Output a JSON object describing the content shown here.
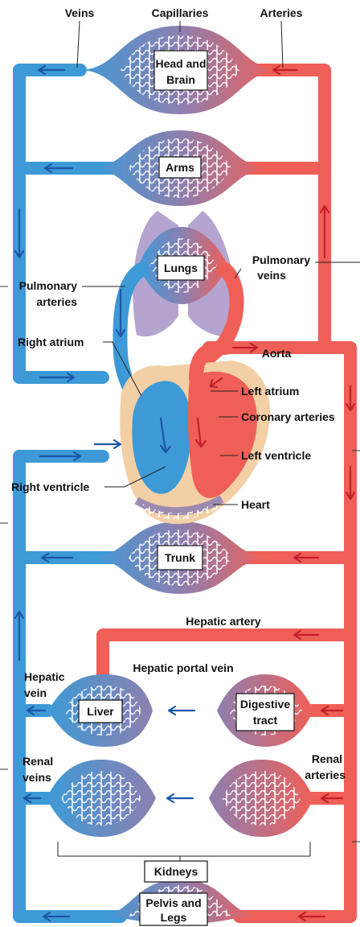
{
  "labels": {
    "veins": "Veins",
    "capillaries": "Capillaries",
    "arteries": "Arteries",
    "head_brain_1": "Head and",
    "head_brain_2": "Brain",
    "arms": "Arms",
    "lungs": "Lungs",
    "pulmonary_veins_1": "Pulmonary",
    "pulmonary_veins_2": "veins",
    "pulmonary_arteries_1": "Pulmonary",
    "pulmonary_arteries_2": "arteries",
    "right_atrium": "Right atrium",
    "aorta": "Aorta",
    "left_atrium": "Left atrium",
    "coronary_arteries": "Coronary arteries",
    "left_ventricle": "Left ventricle",
    "right_ventricle": "Right ventricle",
    "heart": "Heart",
    "trunk": "Trunk",
    "hepatic_artery": "Hepatic artery",
    "hepatic_portal_vein": "Hepatic portal vein",
    "hepatic_vein_1": "Hepatic",
    "hepatic_vein_2": "vein",
    "liver": "Liver",
    "digestive_tract_1": "Digestive",
    "digestive_tract_2": "tract",
    "renal_veins_1": "Renal",
    "renal_veins_2": "veins",
    "renal_arteries_1": "Renal",
    "renal_arteries_2": "arteries",
    "kidneys": "Kidneys",
    "pelvis_legs_1": "Pelvis and",
    "pelvis_legs_2": "Legs"
  },
  "colors": {
    "venous_blue": "#3d9ad6",
    "arterial_red": "#ef5f57",
    "capillary_purple": "#8d7fb0",
    "lung_lilac": "#b4a4cf",
    "heart_tan": "#f3cfa6",
    "arrow_blue": "#1c56a8",
    "arrow_red": "#c41e2a"
  }
}
